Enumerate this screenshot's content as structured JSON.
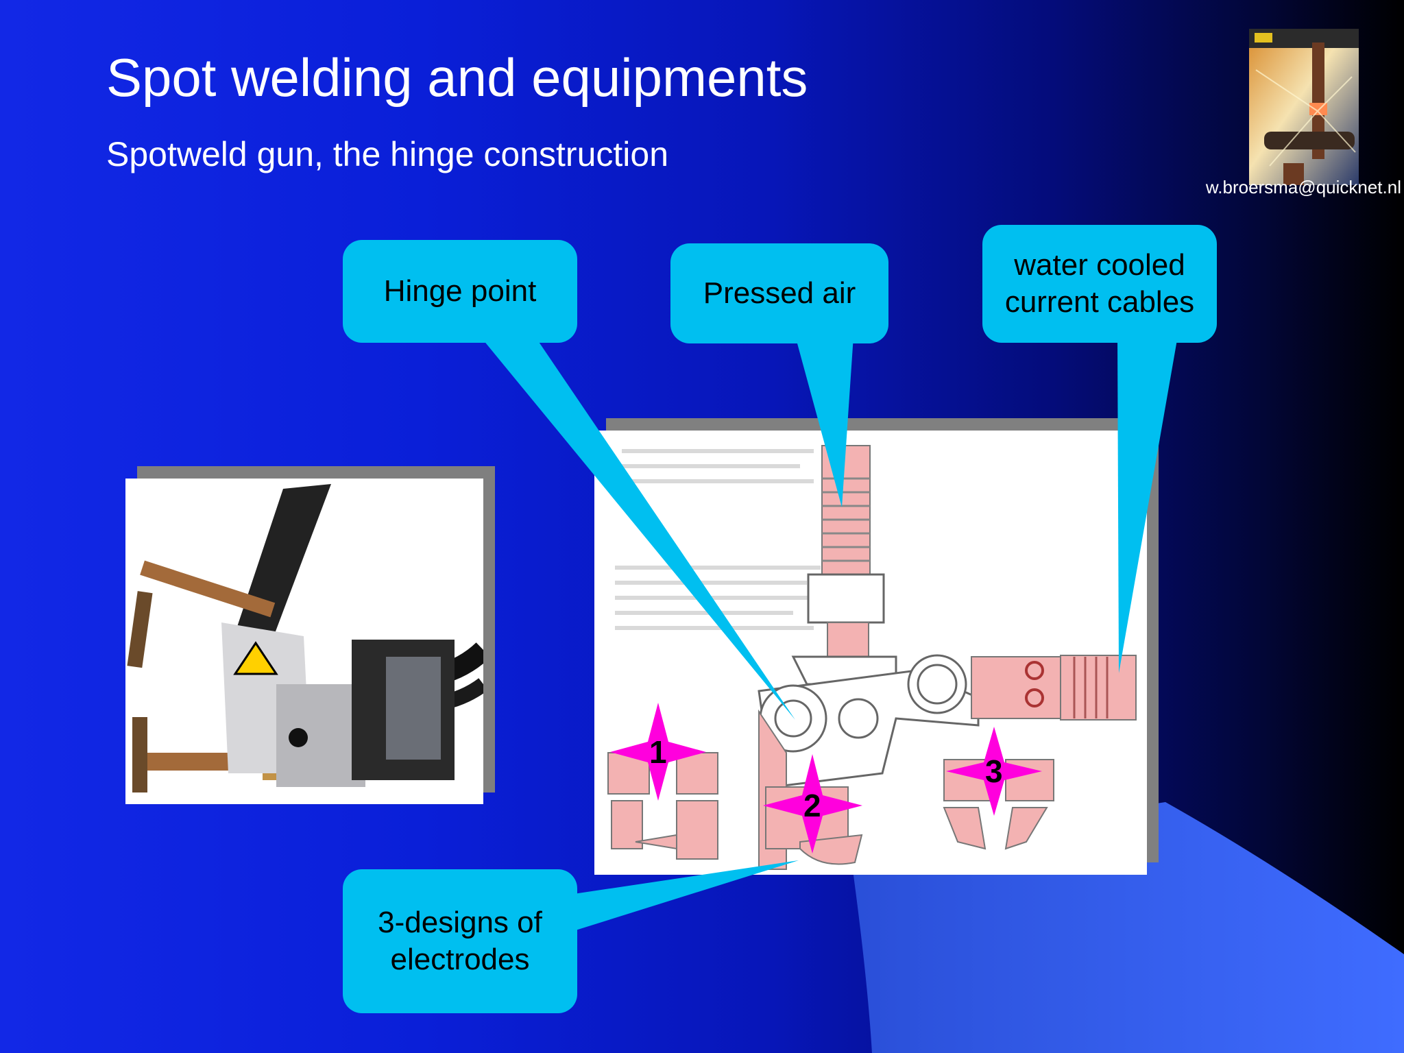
{
  "slide": {
    "title": "Spot welding and equipments",
    "subtitle": "Spotweld gun,  the hinge construction",
    "email": "w.broersma@quicknet.nl"
  },
  "callouts": {
    "hinge_point": "Hinge point",
    "pressed_air": "Pressed air",
    "water_cooled_line1": "water cooled",
    "water_cooled_line2": "current cables",
    "electrodes_line1": "3-designs of",
    "electrodes_line2": "electrodes"
  },
  "markers": [
    "1",
    "2",
    "3"
  ],
  "colors": {
    "callout": "#00bff0",
    "marker": "#ff00dd",
    "diagram_parts": "#f3b2b2"
  }
}
